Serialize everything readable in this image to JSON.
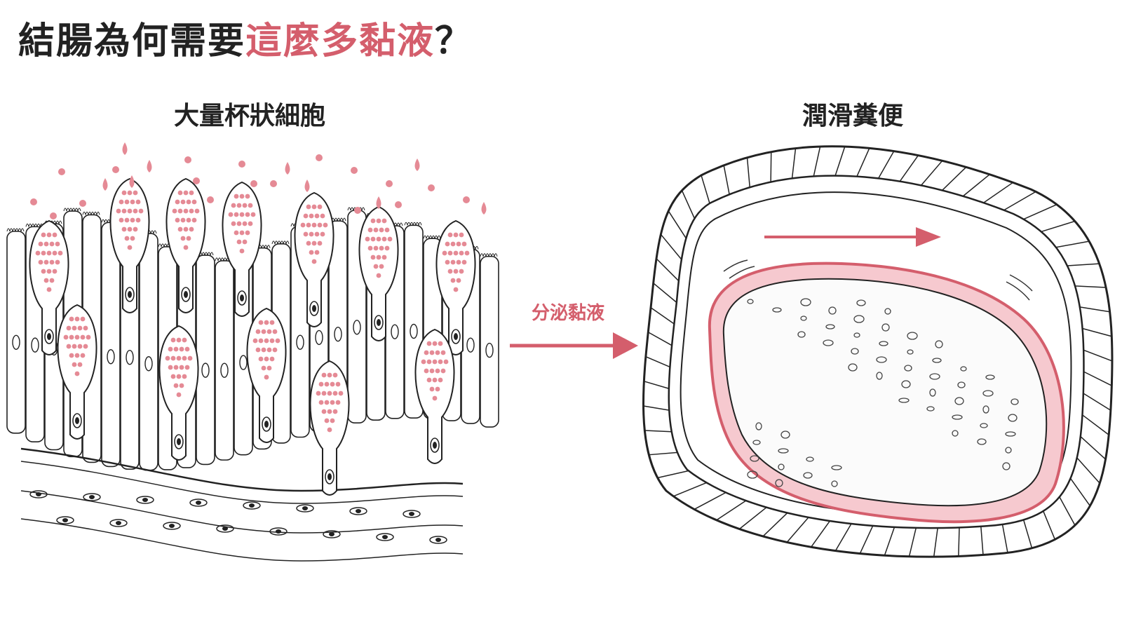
{
  "title": {
    "main": "結腸為何需要",
    "highlight": "這麼多黏液",
    "end": "？"
  },
  "left_panel": {
    "label": "大量杯狀細胞"
  },
  "right_panel": {
    "label": "潤滑糞便"
  },
  "process_arrow": {
    "label": "分泌黏液"
  },
  "colors": {
    "accent": "#d45e6c",
    "mucus_dot": "#e58a95",
    "ink": "#222222"
  },
  "icons": {
    "arrow": "right-arrow-icon"
  }
}
